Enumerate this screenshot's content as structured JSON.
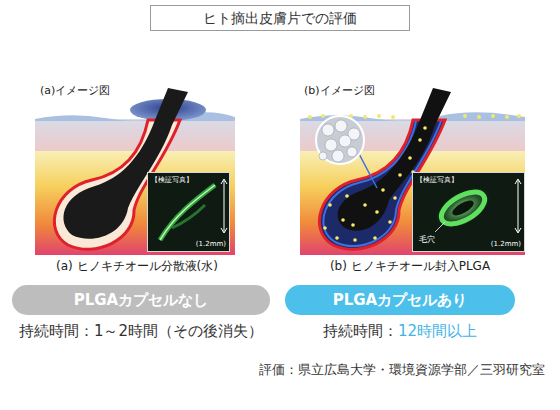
{
  "diagram": {
    "title": "ヒト摘出皮膚片での評価",
    "nodes": [
      {
        "text": [
          "【検証写真】",
          "(1.2mm)"
        ]
      },
      {
        "text": [
          "【検証写真】",
          "毛穴",
          "(1.2mm)"
        ]
      },
      {
        "text": [
          "PLGAカプセルなし"
        ]
      },
      {
        "text": [
          "PLGAカプセルあり"
        ]
      }
    ],
    "labels": [
      "(a)イメージ図",
      "(b)イメージ図",
      "(a) ヒノキチオール分散液(水)",
      "(b) ヒノキチオール封入PLGA",
      "持続時間：1～2時間（その後消失）",
      "持続時間：",
      "12時間以上",
      "評価：県立広島大学・環境資源学部／三羽研究室"
    ]
  }
}
